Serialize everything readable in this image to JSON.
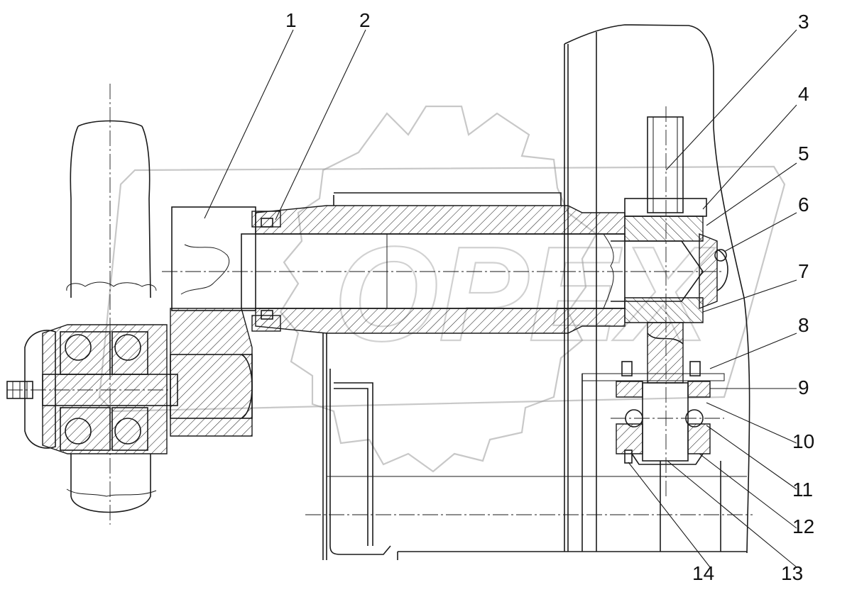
{
  "callouts": [
    "1",
    "2",
    "3",
    "4",
    "5",
    "6",
    "7",
    "8",
    "9",
    "10",
    "11",
    "12",
    "13",
    "14"
  ],
  "watermark": {
    "text": "OPEX",
    "color": "#9a9a9a"
  }
}
